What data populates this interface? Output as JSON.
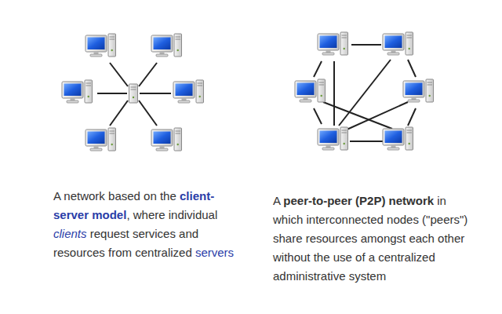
{
  "diagram": {
    "labels": [
      "A network based on the",
      "client-server model",
      ", where individual",
      "clients",
      "request services and resources from centralized",
      "servers",
      "A",
      "peer-to-peer (P2P) network",
      "in which interconnected nodes (\"peers\") share resources amongst each other without the use of a centralized administrative system"
    ]
  }
}
